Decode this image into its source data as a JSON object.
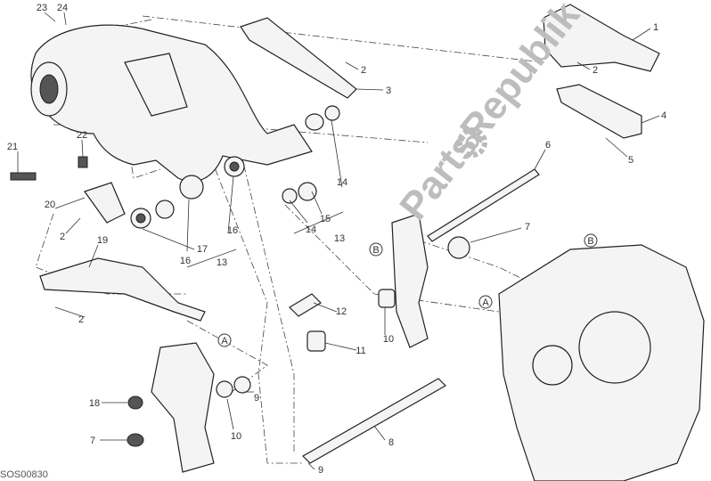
{
  "diagram": {
    "code": "SOS00830",
    "watermark": "PartsRepublik",
    "callouts": [
      "23",
      "24",
      "1",
      "2",
      "3",
      "2",
      "4",
      "5",
      "6",
      "21",
      "22",
      "20",
      "2",
      "14",
      "15",
      "14",
      "13",
      "16",
      "16",
      "17",
      "13",
      "19",
      "7",
      "B",
      "B",
      "12",
      "10",
      "11",
      "A",
      "A",
      "2",
      "18",
      "9",
      "10",
      "7",
      "8",
      "9"
    ]
  }
}
